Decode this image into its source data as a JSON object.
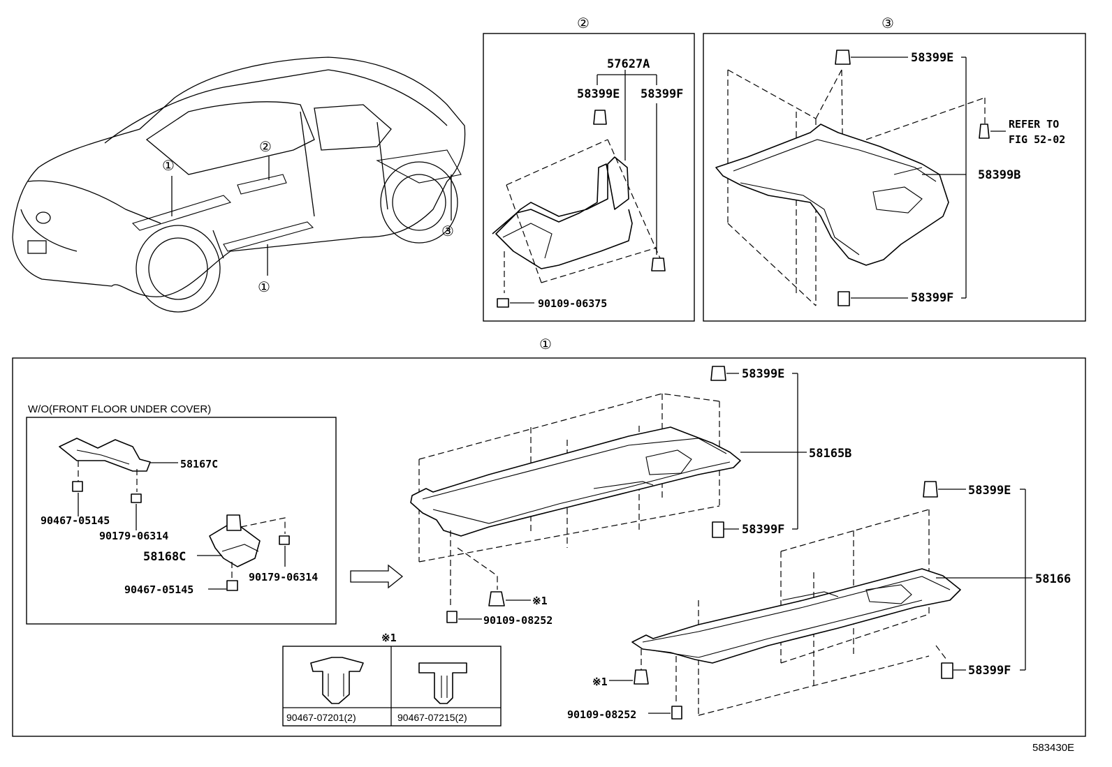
{
  "diagram": {
    "image_code": "583430E",
    "callouts": {
      "one": "①",
      "two": "②",
      "three": "③",
      "star1": "※1"
    },
    "panel2": {
      "label_57627A": "57627A",
      "label_58399E": "58399E",
      "label_58399F": "58399F",
      "label_90109_06375": "90109-06375"
    },
    "panel3": {
      "label_58399E": "58399E",
      "label_58399F": "58399F",
      "label_58399B": "58399B",
      "refer_line1": "REFER TO",
      "refer_line2": "FIG 52-02"
    },
    "panel1": {
      "wo_caption": "W/O(FRONT FLOOR UNDER COVER)",
      "label_58167C": "58167C",
      "label_90467_05145_a": "90467-05145",
      "label_90179_06314_a": "90179-06314",
      "label_58168C": "58168C",
      "label_90179_06314_b": "90179-06314",
      "label_90467_05145_b": "90467-05145",
      "label_58399E_a": "58399E",
      "label_58165B": "58165B",
      "label_58399F_a": "58399F",
      "label_90109_08252_a": "90109-08252",
      "label_58399E_b": "58399E",
      "label_58166": "58166",
      "label_58399F_b": "58399F",
      "label_90109_08252_b": "90109-08252",
      "clip_left": "90467-07201(2)",
      "clip_right": "90467-07215(2)"
    }
  }
}
